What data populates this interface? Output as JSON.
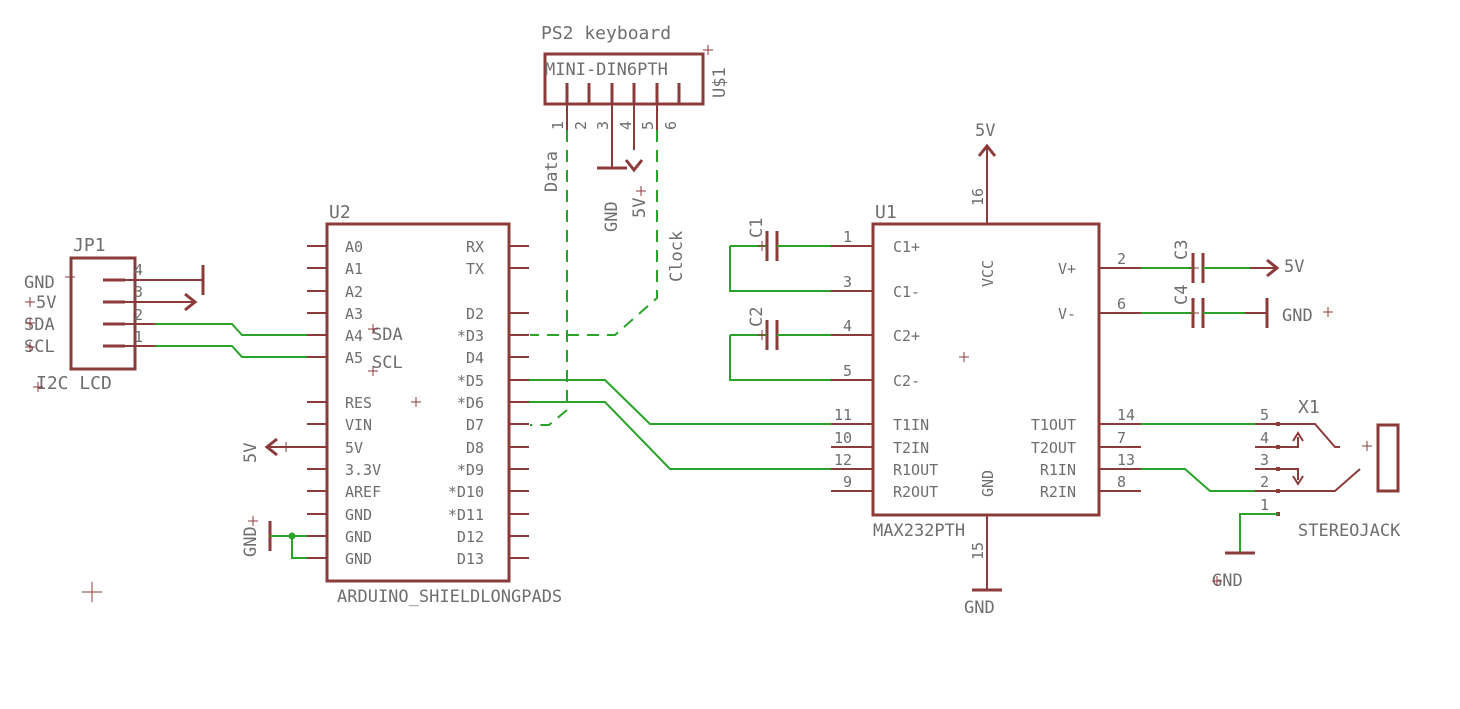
{
  "colors": {
    "part": "#8c3b3b",
    "wire": "#29a329",
    "text": "#6e6e6e",
    "background": "#ffffff"
  },
  "ps2": {
    "title": "PS2 keyboard",
    "value": "MINI-DIN6PTH",
    "name": "U$1",
    "pins": [
      "1",
      "2",
      "3",
      "4",
      "5",
      "6"
    ],
    "data": "Data",
    "clock": "Clock",
    "gnd": "GND",
    "v5": "5V"
  },
  "jp1": {
    "name": "JP1",
    "label": "I2C LCD",
    "pins": [
      "4",
      "3",
      "2",
      "1"
    ],
    "nets": [
      "GND",
      "5V",
      "SDA",
      "SCL"
    ]
  },
  "u2": {
    "name": "U2",
    "value": "ARDUINO_SHIELDLONGPADS",
    "left_pins": [
      "A0",
      "A1",
      "A2",
      "A3",
      "A4",
      "A5",
      "",
      "RES",
      "VIN",
      "5V",
      "3.3V",
      "AREF",
      "GND",
      "GND",
      "GND"
    ],
    "right_pins": [
      "RX",
      "TX",
      "",
      "D2",
      "*D3",
      "D4",
      "*D5",
      "*D6",
      "D7",
      "D8",
      "*D9",
      "*D10",
      "*D11",
      "D12",
      "D13"
    ],
    "sda": "SDA",
    "scl": "SCL",
    "v5": "5V",
    "gnd": "GND"
  },
  "u1": {
    "name": "U1",
    "value": "MAX232PTH",
    "vcc": "VCC",
    "gnd": "GND",
    "left_pins": [
      {
        "num": "1",
        "name": "C1+"
      },
      {
        "num": "3",
        "name": "C1-"
      },
      {
        "num": "4",
        "name": "C2+"
      },
      {
        "num": "5",
        "name": "C2-"
      },
      {
        "num": "11",
        "name": "T1IN"
      },
      {
        "num": "10",
        "name": "T2IN"
      },
      {
        "num": "12",
        "name": "R1OUT"
      },
      {
        "num": "9",
        "name": "R2OUT"
      }
    ],
    "right_pins": [
      {
        "num": "2",
        "name": "V+"
      },
      {
        "num": "6",
        "name": "V-"
      },
      {
        "num": "14",
        "name": "T1OUT"
      },
      {
        "num": "7",
        "name": "T2OUT"
      },
      {
        "num": "13",
        "name": "R1IN"
      },
      {
        "num": "8",
        "name": "R2IN"
      }
    ],
    "pin16": "16",
    "pin15": "15",
    "top_net": "5V",
    "bottom_net": "GND"
  },
  "caps": {
    "c1": "C1",
    "c2": "C2",
    "c3": "C3",
    "c4": "C4",
    "v5": "5V",
    "gnd": "GND"
  },
  "x1": {
    "name": "X1",
    "value": "STEREOJACK",
    "pins": [
      "5",
      "4",
      "3",
      "2",
      "1"
    ],
    "gnd": "GND"
  }
}
